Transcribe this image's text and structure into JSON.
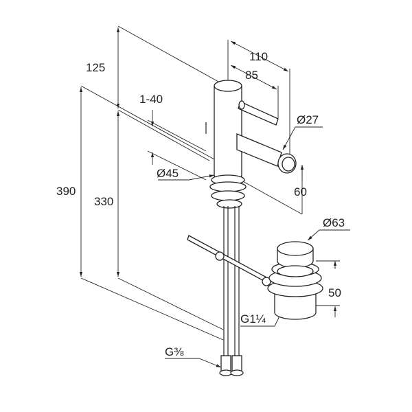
{
  "drawing": {
    "dimensions": {
      "height_top": "125",
      "width_total": "110",
      "width_lever": "85",
      "adjust_range": "1-40",
      "spout_diameter": "Ø27",
      "body_diameter": "Ø45",
      "spout_height": "60",
      "total_height": "390",
      "rod_height": "330",
      "waste_diameter": "Ø63",
      "waste_height": "50",
      "waste_thread": "G1¼",
      "supply_thread": "G⅜"
    },
    "line_color": "#222222"
  }
}
